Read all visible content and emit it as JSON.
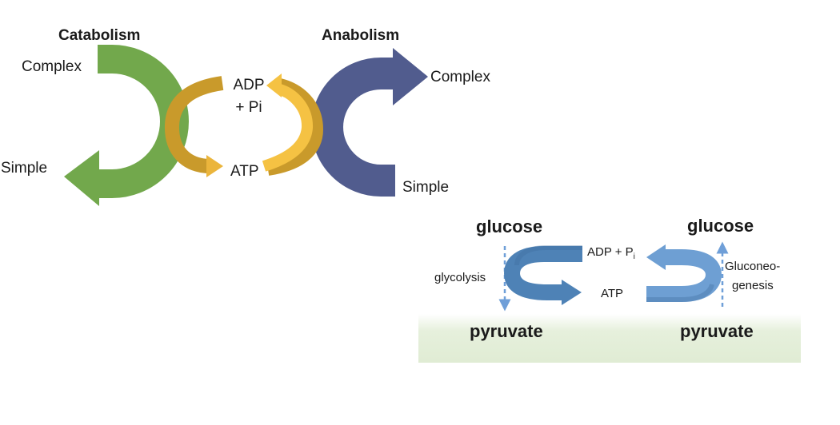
{
  "top_cycle": {
    "catabolism_title": "Catabolism",
    "anabolism_title": "Anabolism",
    "catabolism_complex": "Complex",
    "catabolism_simple": "Simple",
    "anabolism_complex": "Complex",
    "anabolism_simple": "Simple",
    "adp_line1": "ADP",
    "adp_line2": "+ Pi",
    "atp": "ATP"
  },
  "bottom_cycle": {
    "glucose_left": "glucose",
    "glucose_right": "glucose",
    "pyruvate_left": "pyruvate",
    "pyruvate_right": "pyruvate",
    "glycolysis": "glycolysis",
    "gluconeo_line1": "Gluconeo-",
    "gluconeo_line2": "genesis",
    "adp_pi_base": "ADP + P",
    "adp_pi_sub": "i",
    "atp": "ATP"
  },
  "colors": {
    "catabolism_green": "#72A84C",
    "anabolism_navy": "#515C8E",
    "adp_light_gold": "#F5C243",
    "atp_dark_gold": "#C99A2B",
    "cycle_blue_dark": "#4E82B6",
    "cycle_blue_light": "#6E9FD3",
    "dashed_blue": "#6F9FD8",
    "band_green": "#E6F0DC"
  }
}
